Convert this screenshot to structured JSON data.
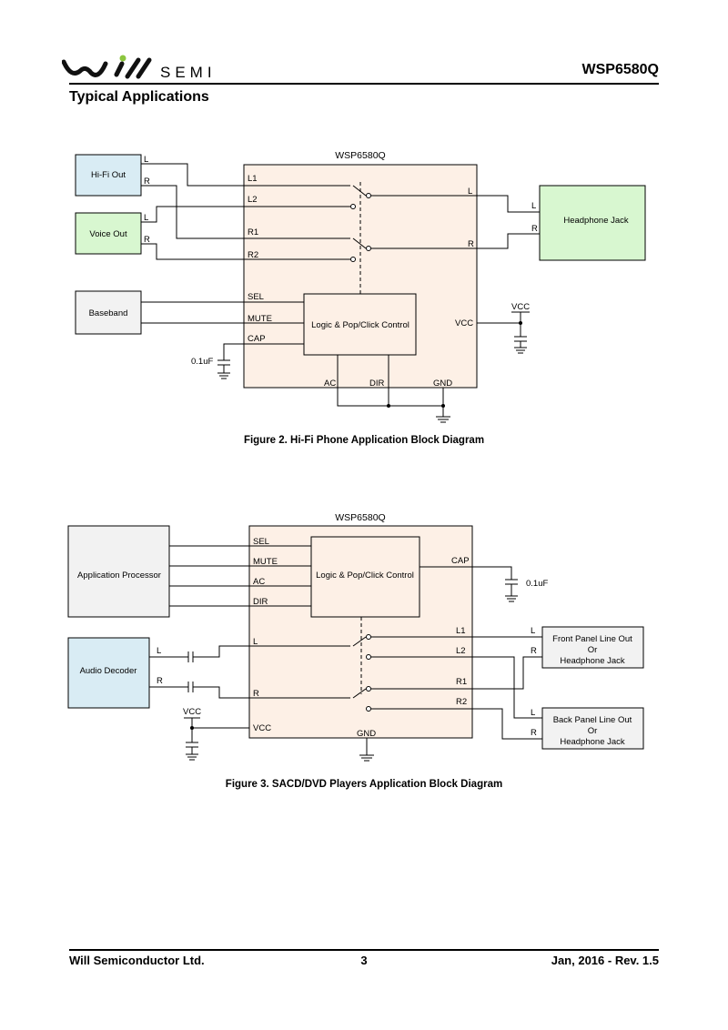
{
  "header": {
    "logo_text": "SEMI",
    "part_number": "WSP6580Q",
    "section_title": "Typical Applications"
  },
  "fig2": {
    "chip": "WSP6580Q",
    "blocks": {
      "hifi": "Hi-Fi Out",
      "voice": "Voice Out",
      "baseband": "Baseband",
      "headphone": "Headphone Jack",
      "logic": "Logic & Pop/Click Control"
    },
    "pins": {
      "l1": "L1",
      "l2": "L2",
      "r1": "R1",
      "r2": "R2",
      "sel": "SEL",
      "mute": "MUTE",
      "cap": "CAP",
      "vcc": "VCC",
      "ac": "AC",
      "dir": "DIR",
      "gnd": "GND",
      "out_l": "L",
      "out_r": "R"
    },
    "wires": {
      "hifi_l": "L",
      "hifi_r": "R",
      "voice_l": "L",
      "voice_r": "R",
      "hp_l": "L",
      "hp_r": "R",
      "vcc_supply": "VCC",
      "cap_value": "0.1uF"
    },
    "caption": "Figure 2. Hi-Fi Phone Application Block Diagram"
  },
  "fig3": {
    "chip": "WSP6580Q",
    "blocks": {
      "app": "Application Processor",
      "decoder": "Audio Decoder",
      "logic": "Logic & Pop/Click Control",
      "front_1": "Front Panel Line Out",
      "front_2": "Or",
      "front_3": "Headphone Jack",
      "back_1": "Back Panel Line Out",
      "back_2": "Or",
      "back_3": "Headphone Jack"
    },
    "pins": {
      "sel": "SEL",
      "mute": "MUTE",
      "ac": "AC",
      "dir": "DIR",
      "l": "L",
      "r": "R",
      "vcc": "VCC",
      "gnd": "GND",
      "cap": "CAP",
      "l1": "L1",
      "l2": "L2",
      "r1": "R1",
      "r2": "R2"
    },
    "wires": {
      "dec_l": "L",
      "dec_r": "R",
      "vcc_supply": "VCC",
      "cap_value": "0.1uF",
      "front_l": "L",
      "front_r": "R",
      "back_l": "L",
      "back_r": "R"
    },
    "caption": "Figure 3. SACD/DVD Players Application Block Diagram"
  },
  "footer": {
    "company": "Will Semiconductor Ltd.",
    "page": "3",
    "date": "Jan, 2016 - Rev. 1.5"
  },
  "colors": {
    "chip_fill": "#fdf0e6",
    "blue_fill": "#d9ecf4",
    "green_fill": "#d8f7d0",
    "gray_fill": "#f2f2f2",
    "dot": "#8cc63f"
  }
}
